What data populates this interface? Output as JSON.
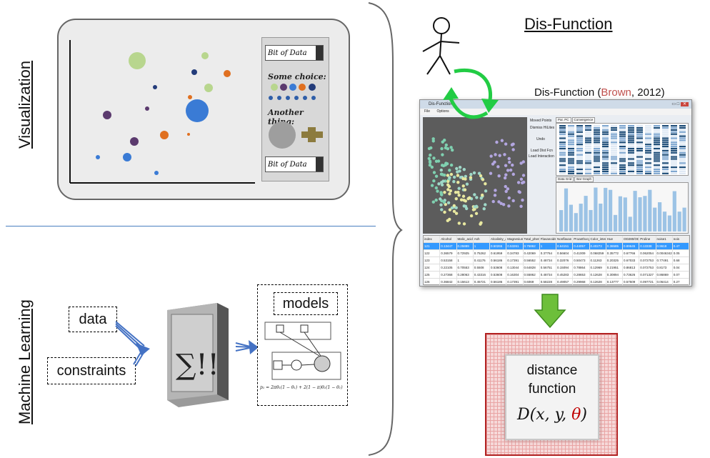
{
  "labels": {
    "visualization": "Visualization",
    "machine_learning": "Machine Learning",
    "dis_function_title": "Dis-Function",
    "citation_prefix": "Dis-Function (",
    "citation_author": "Brown",
    "citation_suffix": ", 2012)"
  },
  "controls": {
    "slider1": "Bit of Data",
    "choice_label": "Some choice:",
    "another_label": "Another thing:",
    "slider2": "Bit of Data"
  },
  "ml": {
    "data": "data",
    "constraints": "constraints",
    "sigma": "∑!!",
    "models": "models",
    "formula": "p₁ = 2πθ₁(1 − θ₁) + 2(1 − π)θ₁(1 − θ₁)"
  },
  "app": {
    "title": "Dis-Function",
    "menu": [
      "File",
      "Options"
    ],
    "buttons": [
      "Moved Points",
      "Dismiss HiLites",
      "Undo",
      "Load Dist Fcn",
      "Load Interaction"
    ],
    "tabs_top": [
      "Par. PC",
      "Convergence"
    ],
    "tabs_mid": [
      "Data Grid",
      "Bar Graph"
    ],
    "grid_header": [
      "index",
      "Alcohol",
      "Malic_acid",
      "Ash",
      "Alcalinity_a",
      "Magnesium",
      "Total_phen",
      "Flavanoids",
      "Nonflavan",
      "Proanthocy",
      "Color_inten",
      "Hue",
      "OD280/OD",
      "Proline",
      "noise1",
      "nois"
    ],
    "grid_rows": [
      [
        "121",
        "0.13447",
        "0.25889",
        "1",
        "0.50265",
        "0.53261",
        "0.75862",
        "1",
        "0.64151",
        "0.44057",
        "0.40273",
        "0.36585",
        "0.89645",
        "0.13338",
        "0.9619",
        "0.47"
      ],
      [
        "122",
        "0.36579",
        "0.72925",
        "0.75262",
        "0.61959",
        "0.34783",
        "0.42069",
        "0.37764",
        "0.56604",
        "0.41009",
        "0.068259",
        "0.35772",
        "0.67766",
        "0.062054",
        "0.0046342",
        "0.05"
      ],
      [
        "123",
        "0.53158",
        "1",
        "0.41176",
        "0.56186",
        "0.17391",
        "0.56552",
        "0.48734",
        "0.32076",
        "0.50473",
        "0.11263",
        "0.20325",
        "0.67033",
        "0.072753",
        "0.77491",
        "0.68"
      ],
      [
        "124",
        "0.22105",
        "0.70553",
        "0.5508",
        "0.53608",
        "0.13044",
        "0.64828",
        "0.56751",
        "0.15094",
        "0.78864",
        "0.12969",
        "0.21951",
        "0.86813",
        "0.072753",
        "0.8173",
        "0.04"
      ],
      [
        "125",
        "0.27368",
        "0.28063",
        "0.43316",
        "0.53608",
        "0.16304",
        "0.55862",
        "0.48734",
        "0.45283",
        "0.28653",
        "0.12628",
        "0.30894",
        "0.73626",
        "0.071327",
        "0.86869",
        "0.07"
      ],
      [
        "126",
        "0.36842",
        "0.15613",
        "0.45721",
        "0.56186",
        "0.17391",
        "0.6069",
        "0.58228",
        "0.49057",
        "0.29968",
        "0.12628",
        "0.13777",
        "0.57509",
        "0.097721",
        "0.06414",
        "0.27"
      ]
    ]
  },
  "distance": {
    "line1": "distance",
    "line2": "function",
    "formula_prefix": "D(x, y, ",
    "formula_theta": "θ",
    "formula_suffix": ")"
  },
  "colors": {
    "theta_red": "#c00000",
    "author_red": "#c0504d",
    "arrow_green": "#22cc44",
    "down_arrow_green": "#6dbf3a",
    "blue_arrow": "#4472c4",
    "box_red": "#b22222"
  }
}
